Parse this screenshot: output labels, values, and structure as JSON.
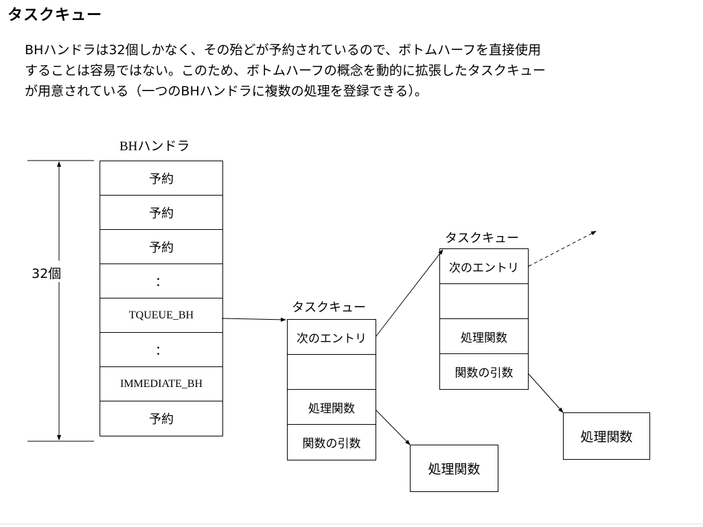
{
  "slide": {
    "title": "タスクキュー",
    "description_lines": [
      "BHハンドラは32個しかなく、その殆どが予約されているので、ボトムハーフを直接使用",
      "することは容易ではない。このため、ボトムハーフの概念を動的に拡張したタスクキュー",
      "が用意されている（一つのBHハンドラに複数の処理を登録できる）。"
    ]
  },
  "bh_table": {
    "heading": "BHハンドラ",
    "count_label": "32個",
    "cells": [
      "予約",
      "予約",
      "予約",
      "：",
      "TQUEUE_BH",
      "：",
      "IMMEDIATE_BH",
      "予約"
    ]
  },
  "task_queue_1": {
    "heading": "タスクキュー",
    "cells": [
      "次のエントリ",
      "",
      "処理関数",
      "関数の引数"
    ]
  },
  "task_queue_2": {
    "heading": "タスクキュー",
    "cells": [
      "次のエントリ",
      "",
      "処理関数",
      "関数の引数"
    ]
  },
  "func_box_1": {
    "label": "処理関数"
  },
  "func_box_2": {
    "label": "処理関数"
  }
}
